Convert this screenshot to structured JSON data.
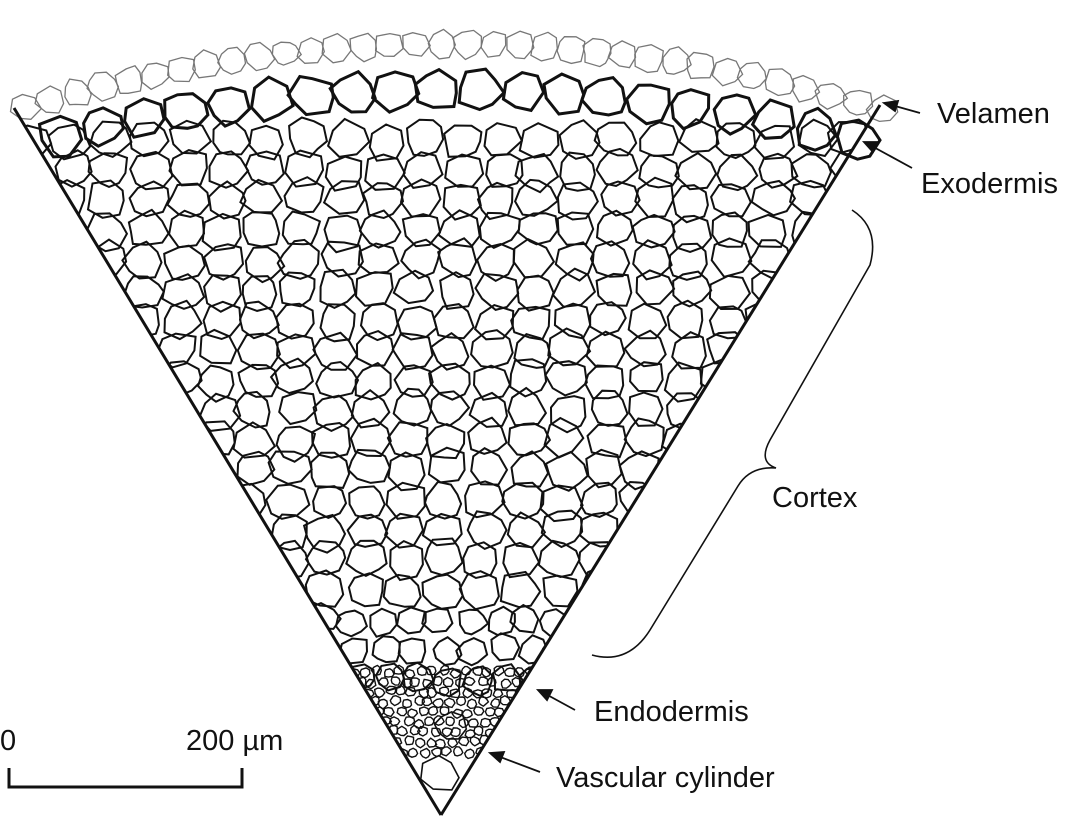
{
  "figure": {
    "type": "root-cross-section-wedge",
    "background": "#ffffff",
    "line_color": "#111111",
    "velamen_line_color": "#777777"
  },
  "labels": {
    "velamen": "Velamen",
    "exodermis": "Exodermis",
    "cortex": "Cortex",
    "endodermis": "Endodermis",
    "vascular_cylinder": "Vascular cylinder"
  },
  "scale_bar": {
    "start_label": "0",
    "end_label": "200 µm",
    "length_units": 200,
    "unit": "µm"
  }
}
